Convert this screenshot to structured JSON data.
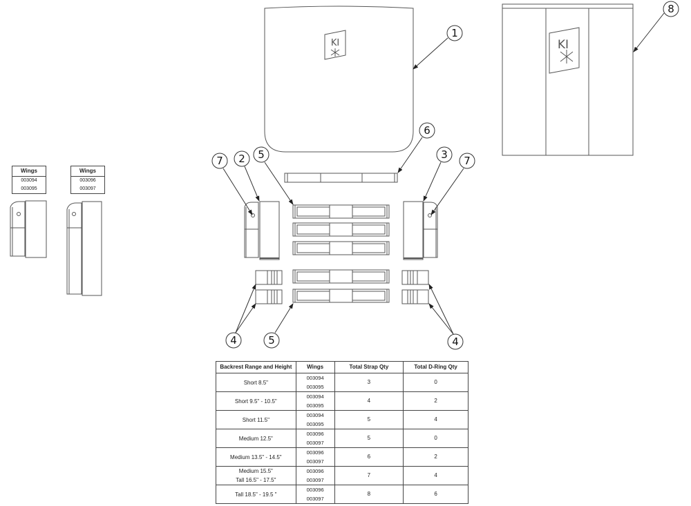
{
  "balloons": {
    "b1": "1",
    "b2": "2",
    "b3": "3",
    "b4a": "4",
    "b4b": "4",
    "b5a": "5",
    "b5b": "5",
    "b6": "6",
    "b7a": "7",
    "b7b": "7",
    "b8": "8"
  },
  "logo_text": "KI",
  "mini_tables": [
    {
      "header": "Wings",
      "ids": [
        "003094",
        "003095"
      ]
    },
    {
      "header": "Wings",
      "ids": [
        "003096",
        "003097"
      ]
    }
  ],
  "table": {
    "headers": [
      "Backrest Range and Height",
      "Wings",
      "Total Strap Qty",
      "Total D-Ring Qty"
    ],
    "rows": [
      {
        "range": "Short 8.5\"",
        "range2": "",
        "wings": [
          "003094",
          "003095"
        ],
        "straps": "3",
        "drings": "0"
      },
      {
        "range": "Short 9.5\" - 10.5\"",
        "range2": "",
        "wings": [
          "003094",
          "003095"
        ],
        "straps": "4",
        "drings": "2"
      },
      {
        "range": "Short 11.5\"",
        "range2": "",
        "wings": [
          "003094",
          "003095"
        ],
        "straps": "5",
        "drings": "4"
      },
      {
        "range": "Medium 12.5\"",
        "range2": "",
        "wings": [
          "003096",
          "003097"
        ],
        "straps": "5",
        "drings": "0"
      },
      {
        "range": "Medium 13.5\" - 14.5\"",
        "range2": "",
        "wings": [
          "003096",
          "003097"
        ],
        "straps": "6",
        "drings": "2"
      },
      {
        "range": "Medium 15.5\"",
        "range2": "Tall 16.5\" - 17.5\"",
        "wings": [
          "003096",
          "003097"
        ],
        "straps": "7",
        "drings": "4"
      },
      {
        "range": "Tall 18.5\" - 19.5 \"",
        "range2": "",
        "wings": [
          "003096",
          "003097"
        ],
        "straps": "8",
        "drings": "6"
      }
    ]
  }
}
